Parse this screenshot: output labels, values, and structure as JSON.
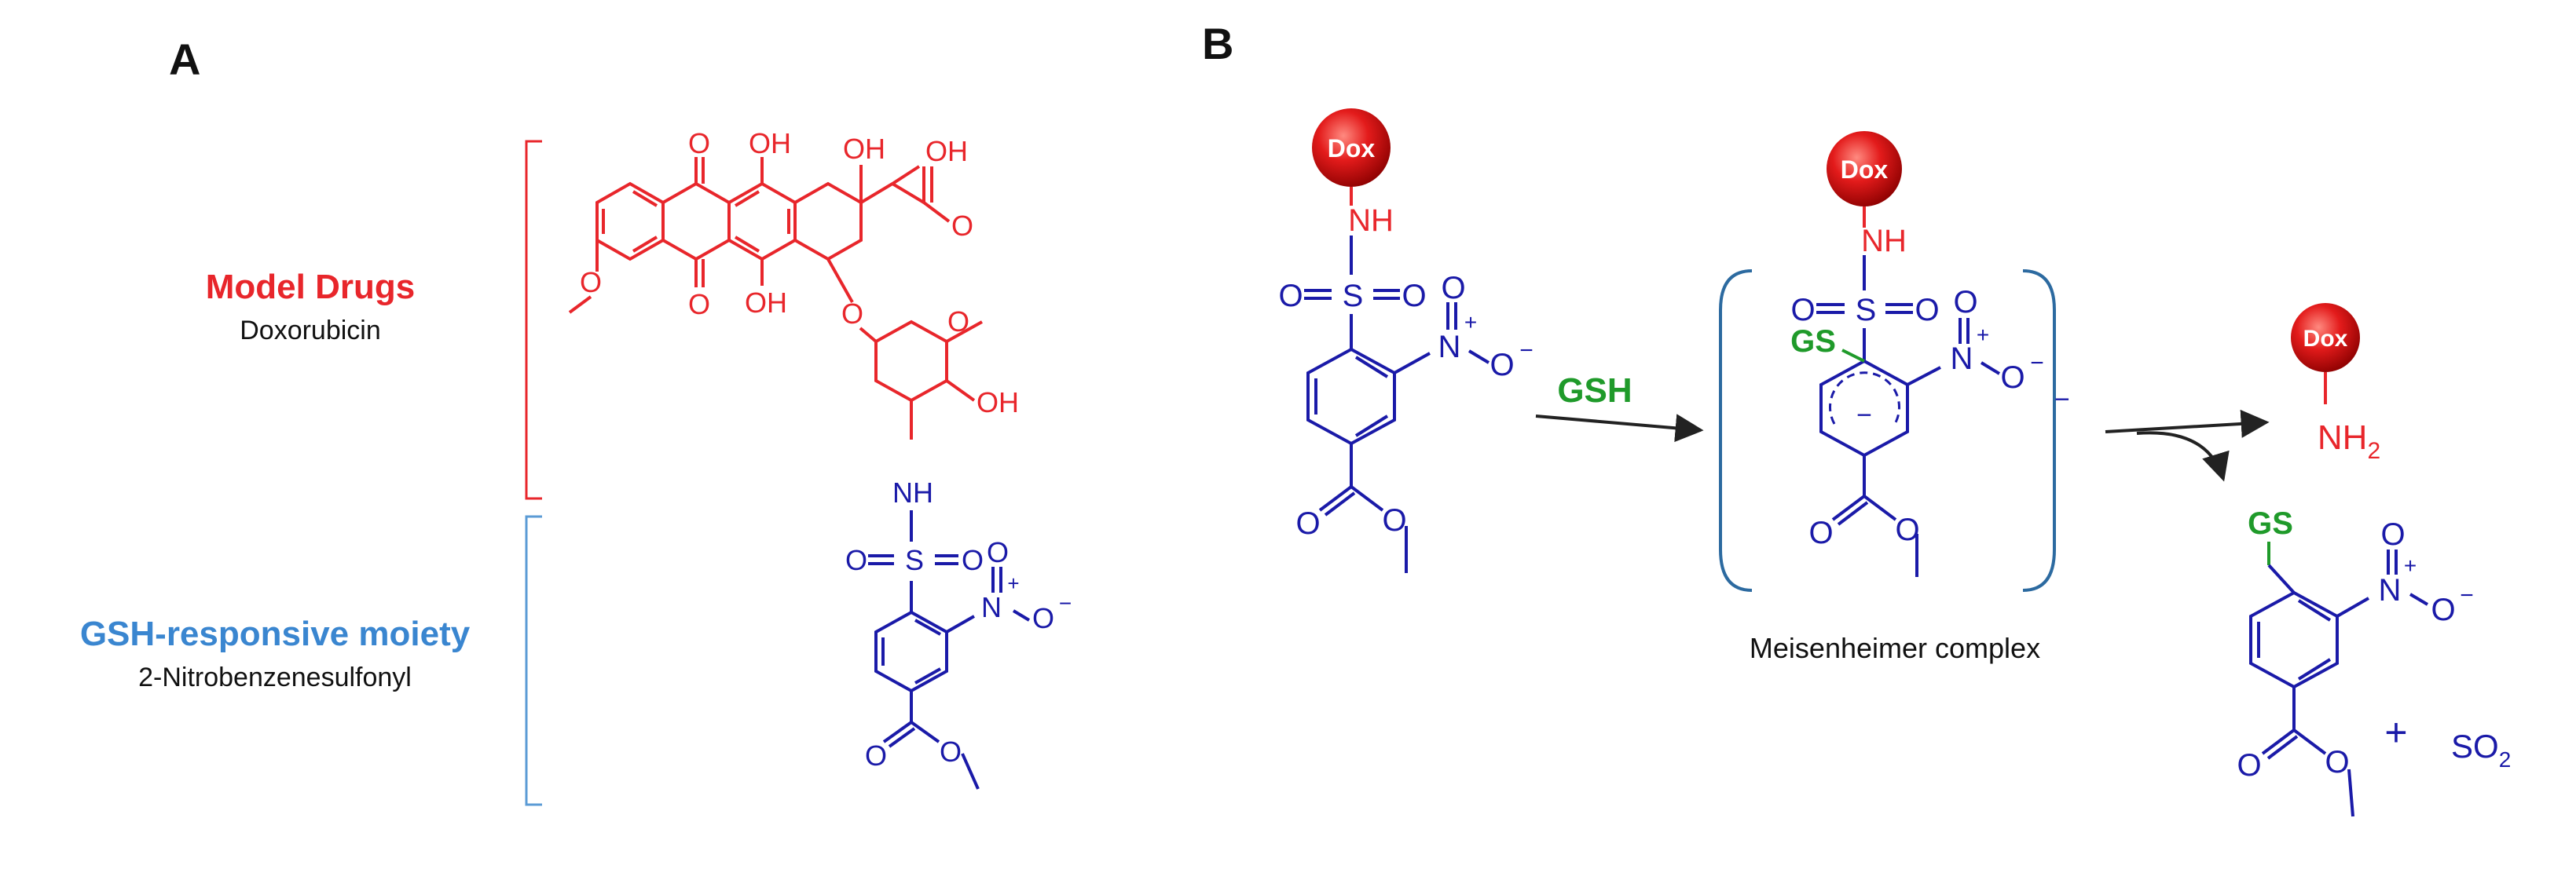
{
  "panel_a": {
    "label": "A",
    "drug_heading": "Model Drugs",
    "drug_name": "Doxorubicin",
    "moiety_heading": "GSH-responsive moiety",
    "moiety_name": "2-Nitrobenzenesulfonyl",
    "atoms": {
      "o": "O",
      "oh": "OH",
      "nh": "NH",
      "s": "S",
      "n": "N",
      "plus": "+",
      "minus": "−"
    }
  },
  "panel_b": {
    "label": "B",
    "dox": "Dox",
    "reagent": "GSH",
    "gs": "GS",
    "nh": "NH",
    "nh2_n": "NH",
    "nh2_sub": "2",
    "intermediate_caption": "Meisenheimer complex",
    "plus_sign": "+",
    "so2_main": "SO",
    "so2_sub": "2",
    "charge_minus": "−",
    "o": "O",
    "s": "S",
    "n": "N",
    "plus": "+",
    "minus": "−"
  },
  "colors": {
    "drug_red": "#e8262b",
    "moiety_blue": "#1a1aa8",
    "heading_blue": "#3a86d0",
    "gsh_green": "#1f9a2a",
    "text_black": "#111111",
    "bracket_red": "#e8262b",
    "bracket_blue": "#5b9bd5",
    "complex_bracket": "#2c6aa0"
  }
}
